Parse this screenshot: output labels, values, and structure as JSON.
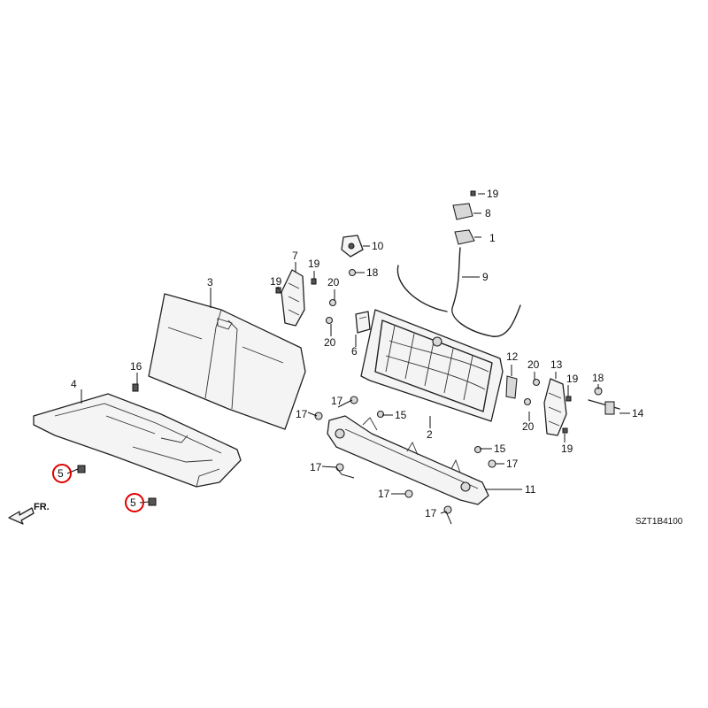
{
  "diagram": {
    "code": "SZT1B4100",
    "direction_label": "FR.",
    "highlight_color": "#e00000",
    "callouts": {
      "c1": "1",
      "c2": "2",
      "c3": "3",
      "c4": "4",
      "c5a": "5",
      "c5b": "5",
      "c6": "6",
      "c7": "7",
      "c8": "8",
      "c9": "9",
      "c10": "10",
      "c11": "11",
      "c12": "12",
      "c13": "13",
      "c14": "14",
      "c15a": "15",
      "c15b": "15",
      "c16": "16",
      "c17a": "17",
      "c17b": "17",
      "c17c": "17",
      "c17d": "17",
      "c17e": "17",
      "c17f": "17",
      "c18a": "18",
      "c18b": "18",
      "c19a": "19",
      "c19b": "19",
      "c19c": "19",
      "c19d": "19",
      "c19e": "19",
      "c20a": "20",
      "c20b": "20",
      "c20c": "20",
      "c20d": "20"
    }
  }
}
